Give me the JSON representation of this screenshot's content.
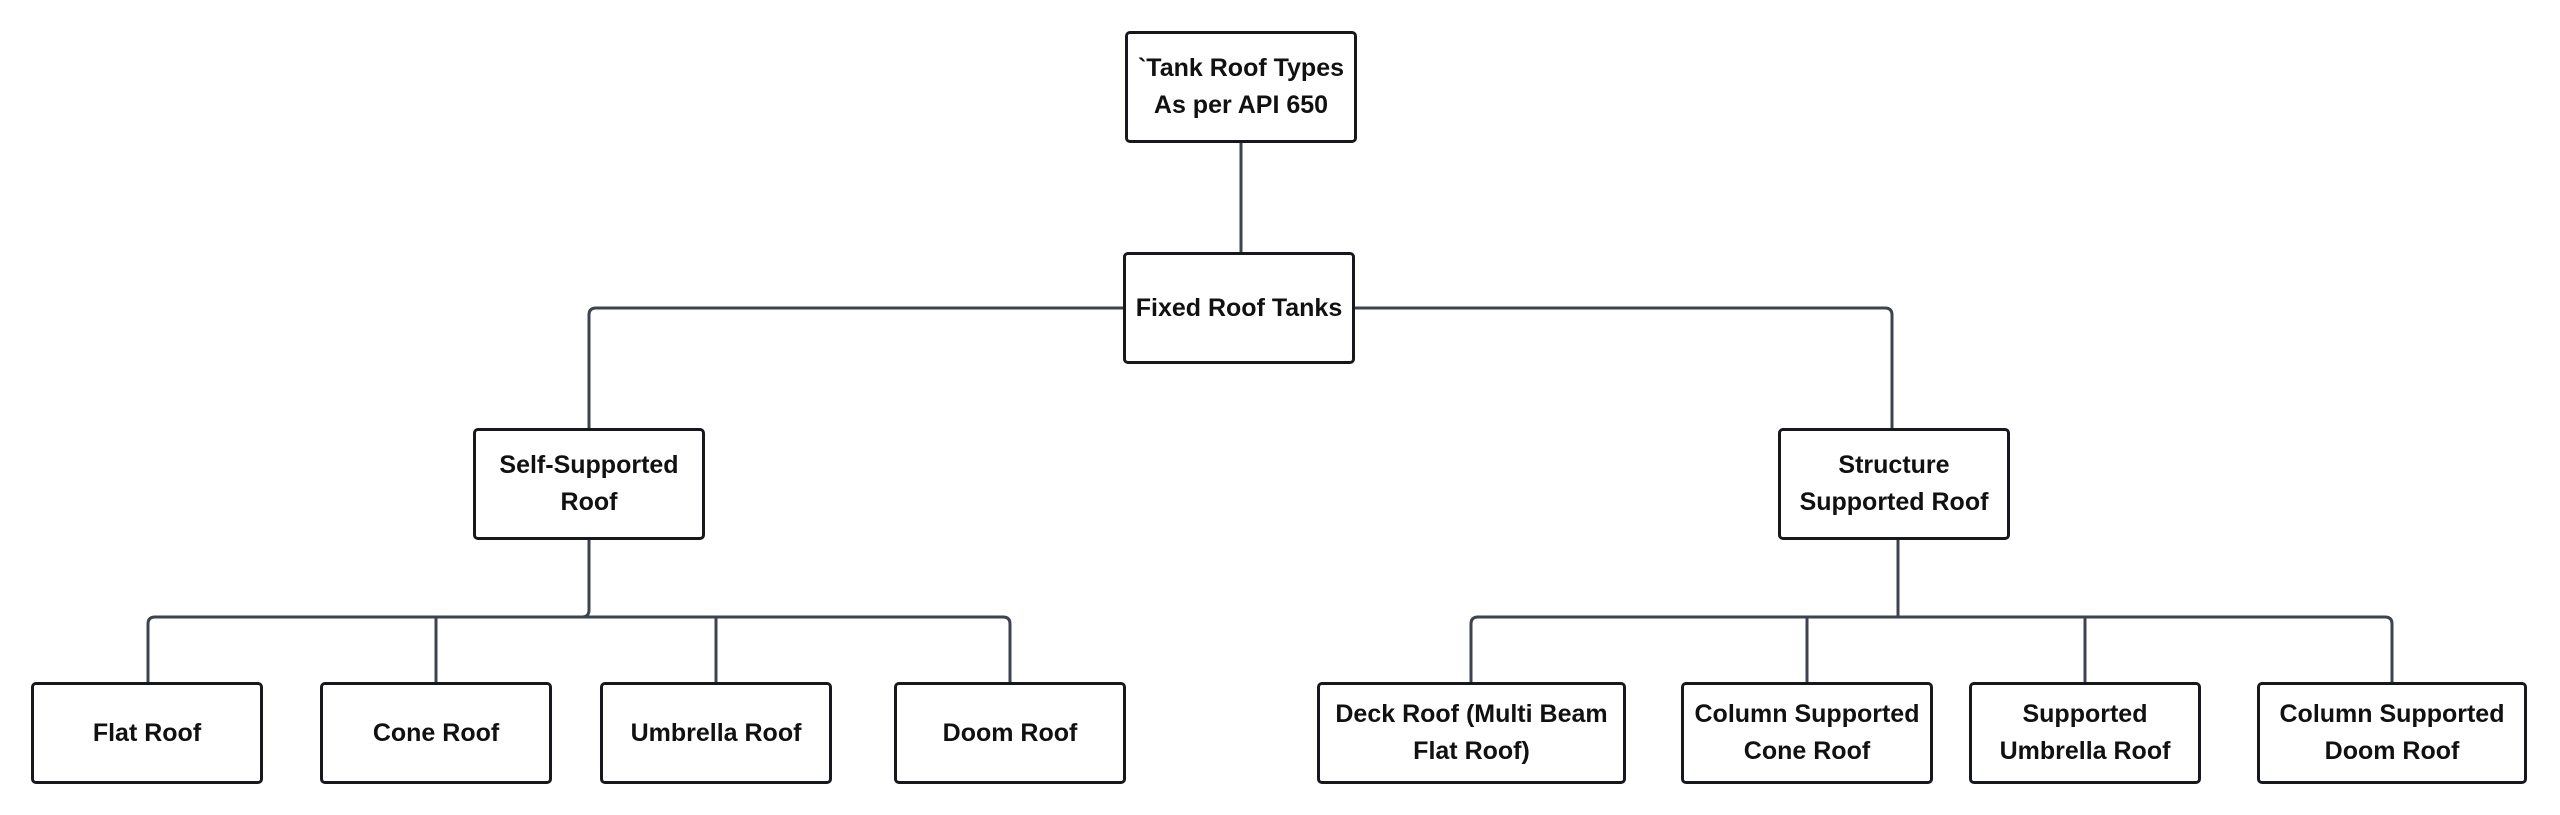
{
  "diagram": {
    "root": {
      "label": "`Tank Roof Types\nAs per API 650"
    },
    "level1": {
      "label": "Fixed Roof Tanks"
    },
    "level2": {
      "self_supported": {
        "label": "Self-Supported\nRoof"
      },
      "structure_supported": {
        "label": "Structure\nSupported Roof"
      }
    },
    "self_supported_children": [
      {
        "label": "Flat Roof"
      },
      {
        "label": "Cone Roof"
      },
      {
        "label": "Umbrella Roof"
      },
      {
        "label": "Doom Roof"
      }
    ],
    "structure_supported_children": [
      {
        "label": "Deck Roof (Multi Beam\nFlat Roof)"
      },
      {
        "label": "Column Supported\nCone Roof"
      },
      {
        "label": "Supported\nUmbrella Roof"
      },
      {
        "label": "Column Supported\nDoom Roof"
      }
    ],
    "colors": {
      "node_border": "#16181d",
      "connector": "#3d4350",
      "background": "#ffffff"
    }
  }
}
